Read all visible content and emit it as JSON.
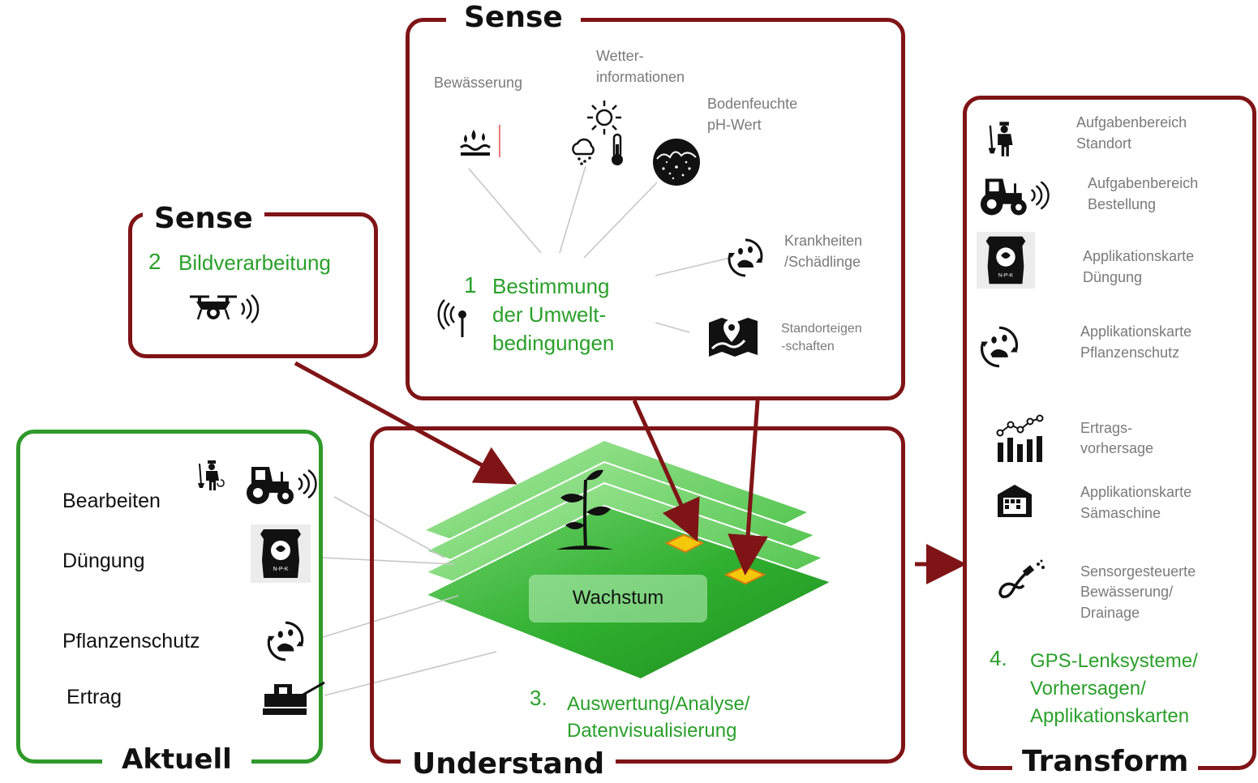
{
  "colors": {
    "frame_red": "#7f1416",
    "frame_green": "#2f9a2a",
    "accent_text": "#2aa02a",
    "gray_text": "#7a7a7a",
    "marker": "#f2c200"
  },
  "sense_top": {
    "title": "Sense",
    "labels": {
      "irrigation": "Bewässerung",
      "weather_1": "Wetter-",
      "weather_2": "informationen",
      "soil_1": "Bodenfeuchte",
      "soil_2": "pH-Wert",
      "disease_1": "Krankheiten",
      "disease_2": "/Schädlinge",
      "site_1": "Standorteigen",
      "site_2": "-schaften"
    },
    "step": {
      "number": "1",
      "line1": "Bestimmung",
      "line2": "der Umwelt-",
      "line3": "bedingungen"
    },
    "icons": [
      "irrigation-icon",
      "sun-icon",
      "rain-cloud-icon",
      "thermometer-icon",
      "soil-icon",
      "pest-icon",
      "map-pin-icon",
      "antenna-icon"
    ]
  },
  "sense_left": {
    "title": "Sense",
    "step": {
      "number": "2",
      "label": "Bildverarbeitung"
    },
    "icons": [
      "drone-icon"
    ]
  },
  "aktuell": {
    "title": "Aktuell",
    "items": [
      "Bearbeiten",
      "Düngung",
      "Pflanzenschutz",
      "Ertrag"
    ],
    "icons": [
      "farmer-icon",
      "tractor-icon",
      "fertilizer-bag-icon",
      "pest-icon",
      "harvester-icon"
    ]
  },
  "understand": {
    "title": "Understand",
    "center_label": "Wachstum",
    "step": {
      "number": "3.",
      "line1": "Auswertung/Analyse/",
      "line2": "Datenvisualisierung"
    },
    "icons": [
      "plant-icon"
    ]
  },
  "transform": {
    "title": "Transform",
    "items": [
      {
        "line1": "Aufgabenbereich",
        "line2": "Standort",
        "icon": "farmer-icon"
      },
      {
        "line1": "Aufgabenbereich",
        "line2": "Bestellung",
        "icon": "tractor-icon"
      },
      {
        "line1": "Applikationskarte",
        "line2": "Düngung",
        "icon": "fertilizer-bag-icon"
      },
      {
        "line1": "Applikationskarte",
        "line2": "Pflanzenschutz",
        "icon": "pest-icon"
      },
      {
        "line1": "Ertrags-",
        "line2": "vorhersage",
        "icon": "yield-chart-icon"
      },
      {
        "line1": "Applikationskarte",
        "line2": "Sämaschine",
        "icon": "seeder-icon"
      },
      {
        "line1": "Sensorgesteuerte",
        "line2": "Bewässerung/",
        "line3": "Drainage",
        "icon": "hose-icon"
      }
    ],
    "step": {
      "number": "4.",
      "line1": "GPS-Lenksysteme/",
      "line2": "Vorhersagen/",
      "line3": "Applikationskarten"
    }
  }
}
